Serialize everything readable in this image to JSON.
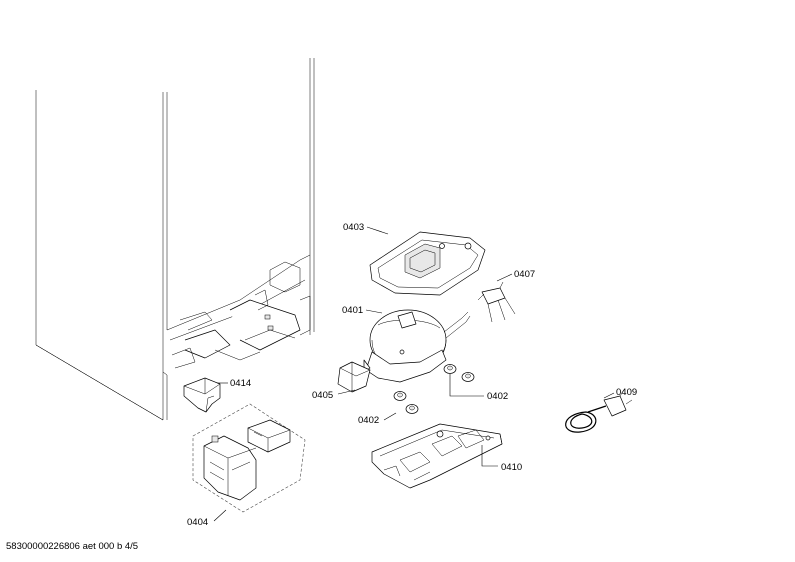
{
  "parts": {
    "p0403": "0403",
    "p0407": "0407",
    "p0401": "0401",
    "p0414": "0414",
    "p0405": "0405",
    "p0402a": "0402",
    "p0402b": "0402",
    "p0409": "0409",
    "p0410": "0410",
    "p0404": "0404"
  },
  "footer": "58300000226806 aet 000 b 4/5"
}
